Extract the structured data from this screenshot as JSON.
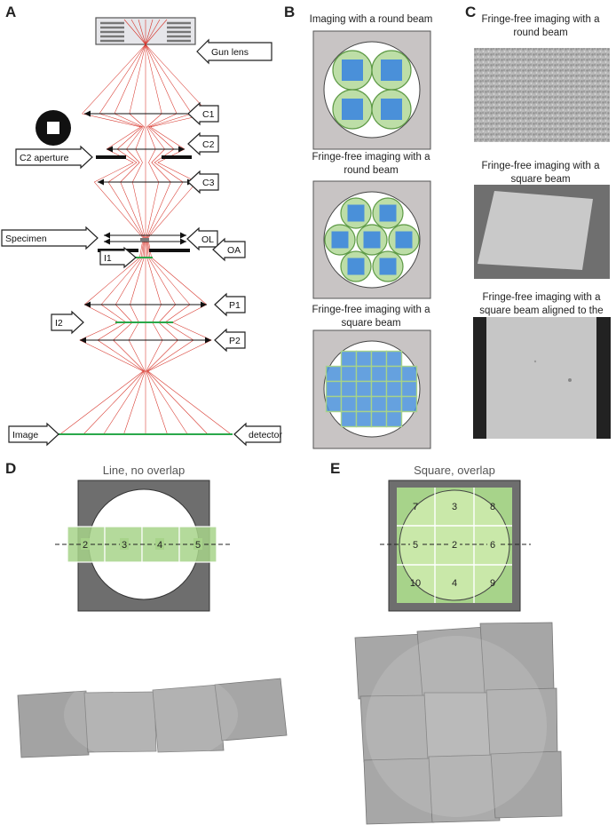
{
  "panels": {
    "a": "A",
    "b": "B",
    "c": "C",
    "d": "D",
    "e": "E"
  },
  "panel_a": {
    "labels": {
      "gun_lens": "Gun lens",
      "c1": "C1",
      "c2": "C2",
      "c2_aperture": "C2 aperture",
      "c3": "C3",
      "specimen": "Specimen",
      "ol": "OL",
      "oa": "OA",
      "i1": "I1",
      "p1": "P1",
      "i2": "I2",
      "p2": "P2",
      "image": "Image",
      "detector": "detector"
    }
  },
  "panel_b": {
    "captions": [
      "Imaging with a round beam",
      "Fringe-free imaging with a round beam",
      "Fringe-free imaging with a square beam"
    ]
  },
  "panel_c": {
    "captions": [
      "Fringe-free imaging with a round beam",
      "Fringe-free imaging with a square beam",
      "Fringe-free imaging with a square beam aligned to the sensor"
    ]
  },
  "panel_d": {
    "title": "Line, no overlap",
    "numbers": [
      "2",
      "3",
      "4",
      "5"
    ]
  },
  "panel_e": {
    "title": "Square, overlap",
    "grid": [
      [
        "7",
        "3",
        "8"
      ],
      [
        "5",
        "2",
        "6"
      ],
      [
        "10",
        "4",
        "9"
      ]
    ]
  },
  "colors": {
    "ray": "#d7342a",
    "image_plane": "#2aa84a",
    "beam_green": "#a7d38a",
    "beam_green_dark": "#5e9a46",
    "sensor_blue": "#4a90d9",
    "panel_gray": "#c8c4c4",
    "dark_gray": "#6e6e6e"
  }
}
